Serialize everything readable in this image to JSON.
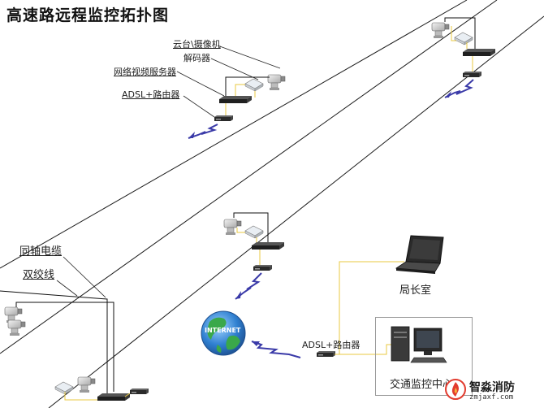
{
  "title": "高速路远程监控拓扑图",
  "labels": {
    "ptz_camera": "云台\\摄像机",
    "decoder": "解码器",
    "video_server": "网络视频服务器",
    "adsl_router": "ADSL+路由器",
    "coax_cable": "同轴电缆",
    "twisted_pair": "双绞线",
    "internet": "INTERNET",
    "adsl_router_center": "ADSL+路由器",
    "director_office": "局长室",
    "traffic_center": "交通监控中心"
  },
  "watermark": {
    "name": "智淼消防",
    "url": "zmjaxf.com"
  },
  "colors": {
    "road_line": "#1a1a1a",
    "cable_yellow": "#e8c840",
    "cable_black": "#111111",
    "wireless_arrow": "#3a3aa8",
    "globe_blue": "#2f7fd0",
    "globe_green": "#3aa84a",
    "device_dark": "#2b2b2b"
  }
}
